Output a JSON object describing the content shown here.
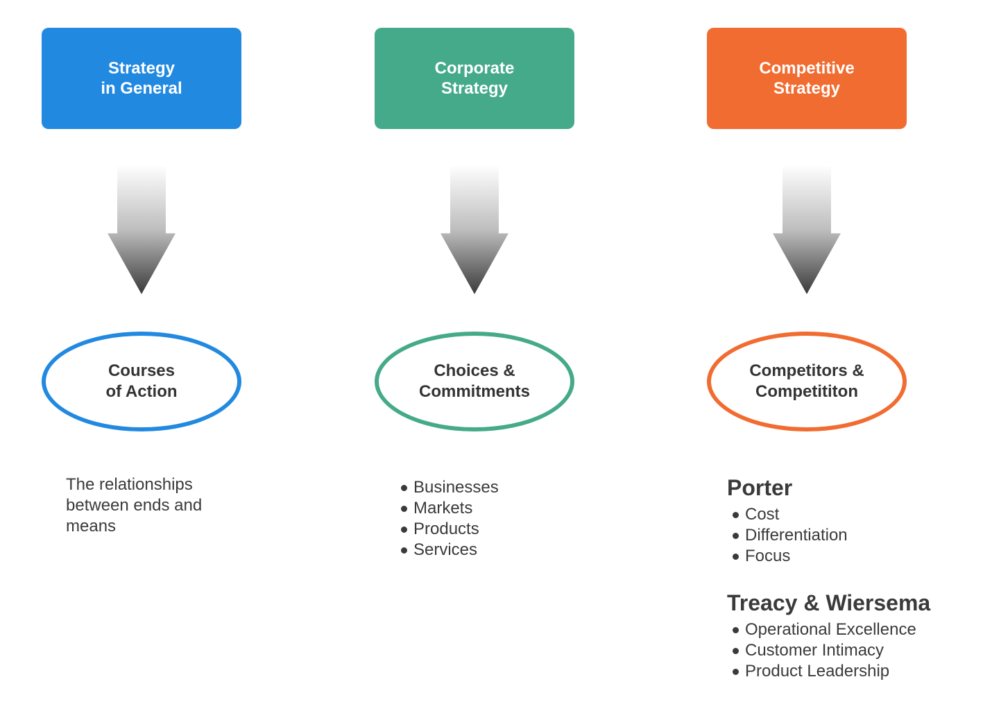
{
  "colors": {
    "blue": "#2289e1",
    "green": "#45aa8a",
    "orange": "#f16c31",
    "text": "#3a3a3a",
    "arrow_gradient_top": "#fdfdfd",
    "arrow_gradient_bottom": "#3a3a3a"
  },
  "columns": [
    {
      "color": "#2289e1",
      "box": {
        "line1": "Strategy",
        "line2": "in General"
      },
      "ellipse": {
        "line1": "Courses",
        "line2": "of Action"
      },
      "detail": {
        "type": "paragraph",
        "text": "The relationships between ends and means"
      }
    },
    {
      "color": "#45aa8a",
      "box": {
        "line1": "Corporate",
        "line2": "Strategy"
      },
      "ellipse": {
        "line1": "Choices &",
        "line2": "Commitments"
      },
      "detail": {
        "type": "list",
        "items": [
          "Businesses",
          "Markets",
          "Products",
          "Services"
        ]
      }
    },
    {
      "color": "#f16c31",
      "box": {
        "line1": "Competitive",
        "line2": "Strategy"
      },
      "ellipse": {
        "line1": "Competitors &",
        "line2": "Competititon"
      },
      "detail": {
        "type": "sections",
        "sections": [
          {
            "heading": "Porter",
            "items": [
              "Cost",
              "Differentiation",
              "Focus"
            ]
          },
          {
            "heading": "Treacy & Wiersema",
            "items": [
              "Operational Excellence",
              "Customer Intimacy",
              "Product Leadership"
            ]
          }
        ]
      }
    }
  ]
}
